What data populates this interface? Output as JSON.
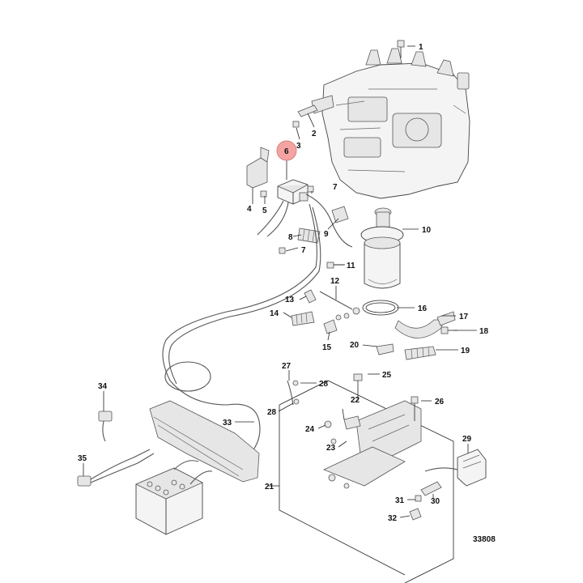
{
  "callouts": {
    "c1": "1",
    "c2": "2",
    "c3": "3",
    "c4": "4",
    "c5": "5",
    "c6": "6",
    "c7a": "7",
    "c7b": "7",
    "c8": "8",
    "c9": "9",
    "c10": "10",
    "c11": "11",
    "c12": "12",
    "c13": "13",
    "c14": "14",
    "c15": "15",
    "c16": "16",
    "c17": "17",
    "c18": "18",
    "c19": "19",
    "c20": "20",
    "c21": "21",
    "c22": "22",
    "c23": "23",
    "c24": "24",
    "c25": "25",
    "c26": "26",
    "c27": "27",
    "c28a": "28",
    "c28b": "28",
    "c29": "29",
    "c30": "30",
    "c31": "31",
    "c32": "32",
    "c33": "33",
    "c34": "34",
    "c35": "35"
  },
  "highlight": {
    "part": "6",
    "color": "#f4a3a3"
  },
  "figure_number": "33808"
}
